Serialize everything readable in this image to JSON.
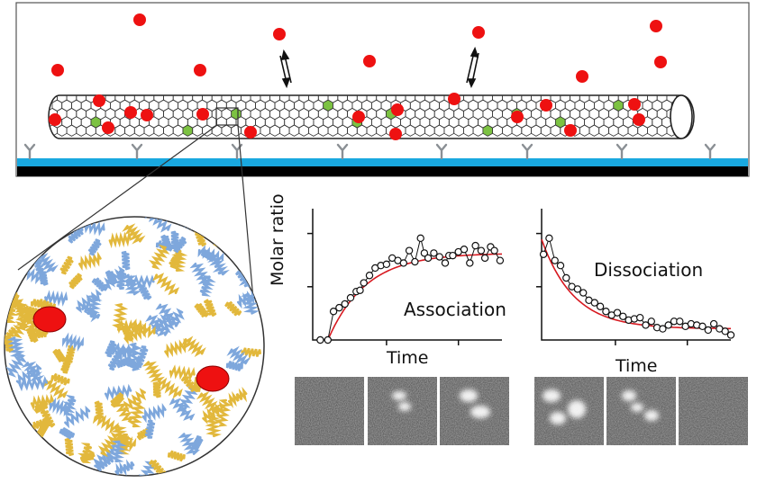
{
  "colors": {
    "ligand": "#ee1111",
    "site": "#7cc242",
    "surface": "#19a8df",
    "substrate": "#000000",
    "linker": "#8a8f94",
    "fit": "#d71920",
    "protein_blue": "#7ea7dc",
    "protein_gold": "#e2b83c"
  },
  "icons": {
    "equilibrium": "equilibrium-arrows-icon",
    "magnify": "magnification-lines-icon"
  },
  "association": {
    "ylabel": "Molar ratio",
    "xlabel": "Time",
    "label": "Association"
  },
  "dissociation": {
    "xlabel": "Time",
    "label": "Dissociation"
  },
  "chart_data": [
    {
      "type": "scatter",
      "title": "",
      "label": "Association",
      "xlabel": "Time",
      "ylabel": "Molar ratio",
      "grid": false,
      "xlim": [
        0,
        1
      ],
      "ylim": [
        0,
        1
      ],
      "x": [
        0.04,
        0.08,
        0.11,
        0.14,
        0.17,
        0.2,
        0.23,
        0.25,
        0.27,
        0.3,
        0.33,
        0.36,
        0.39,
        0.42,
        0.45,
        0.48,
        0.51,
        0.54,
        0.57,
        0.59,
        0.61,
        0.64,
        0.67,
        0.7,
        0.72,
        0.74,
        0.77,
        0.8,
        0.83,
        0.86,
        0.89,
        0.91,
        0.94,
        0.96,
        0.99
      ],
      "y": [
        0.0,
        0.0,
        0.23,
        0.26,
        0.29,
        0.34,
        0.39,
        0.4,
        0.46,
        0.52,
        0.58,
        0.6,
        0.61,
        0.66,
        0.64,
        0.62,
        0.72,
        0.63,
        0.82,
        0.7,
        0.66,
        0.7,
        0.67,
        0.62,
        0.68,
        0.68,
        0.71,
        0.73,
        0.62,
        0.76,
        0.72,
        0.66,
        0.75,
        0.72,
        0.64
      ],
      "fit": "exponential rise"
    },
    {
      "type": "scatter",
      "title": "",
      "label": "Dissociation",
      "xlabel": "Time",
      "ylabel": "",
      "grid": false,
      "xlim": [
        0,
        1
      ],
      "ylim": [
        0,
        1
      ],
      "x": [
        0.01,
        0.04,
        0.07,
        0.1,
        0.13,
        0.16,
        0.19,
        0.22,
        0.25,
        0.28,
        0.31,
        0.34,
        0.37,
        0.4,
        0.43,
        0.46,
        0.49,
        0.52,
        0.55,
        0.58,
        0.61,
        0.64,
        0.67,
        0.7,
        0.73,
        0.76,
        0.79,
        0.82,
        0.85,
        0.88,
        0.91,
        0.94,
        0.97,
        1.0
      ],
      "y": [
        0.69,
        0.82,
        0.64,
        0.6,
        0.5,
        0.43,
        0.41,
        0.38,
        0.32,
        0.3,
        0.27,
        0.23,
        0.2,
        0.22,
        0.19,
        0.16,
        0.17,
        0.18,
        0.12,
        0.15,
        0.1,
        0.09,
        0.12,
        0.15,
        0.15,
        0.11,
        0.13,
        0.12,
        0.11,
        0.08,
        0.13,
        0.09,
        0.07,
        0.04
      ],
      "fit": "exponential decay"
    }
  ]
}
